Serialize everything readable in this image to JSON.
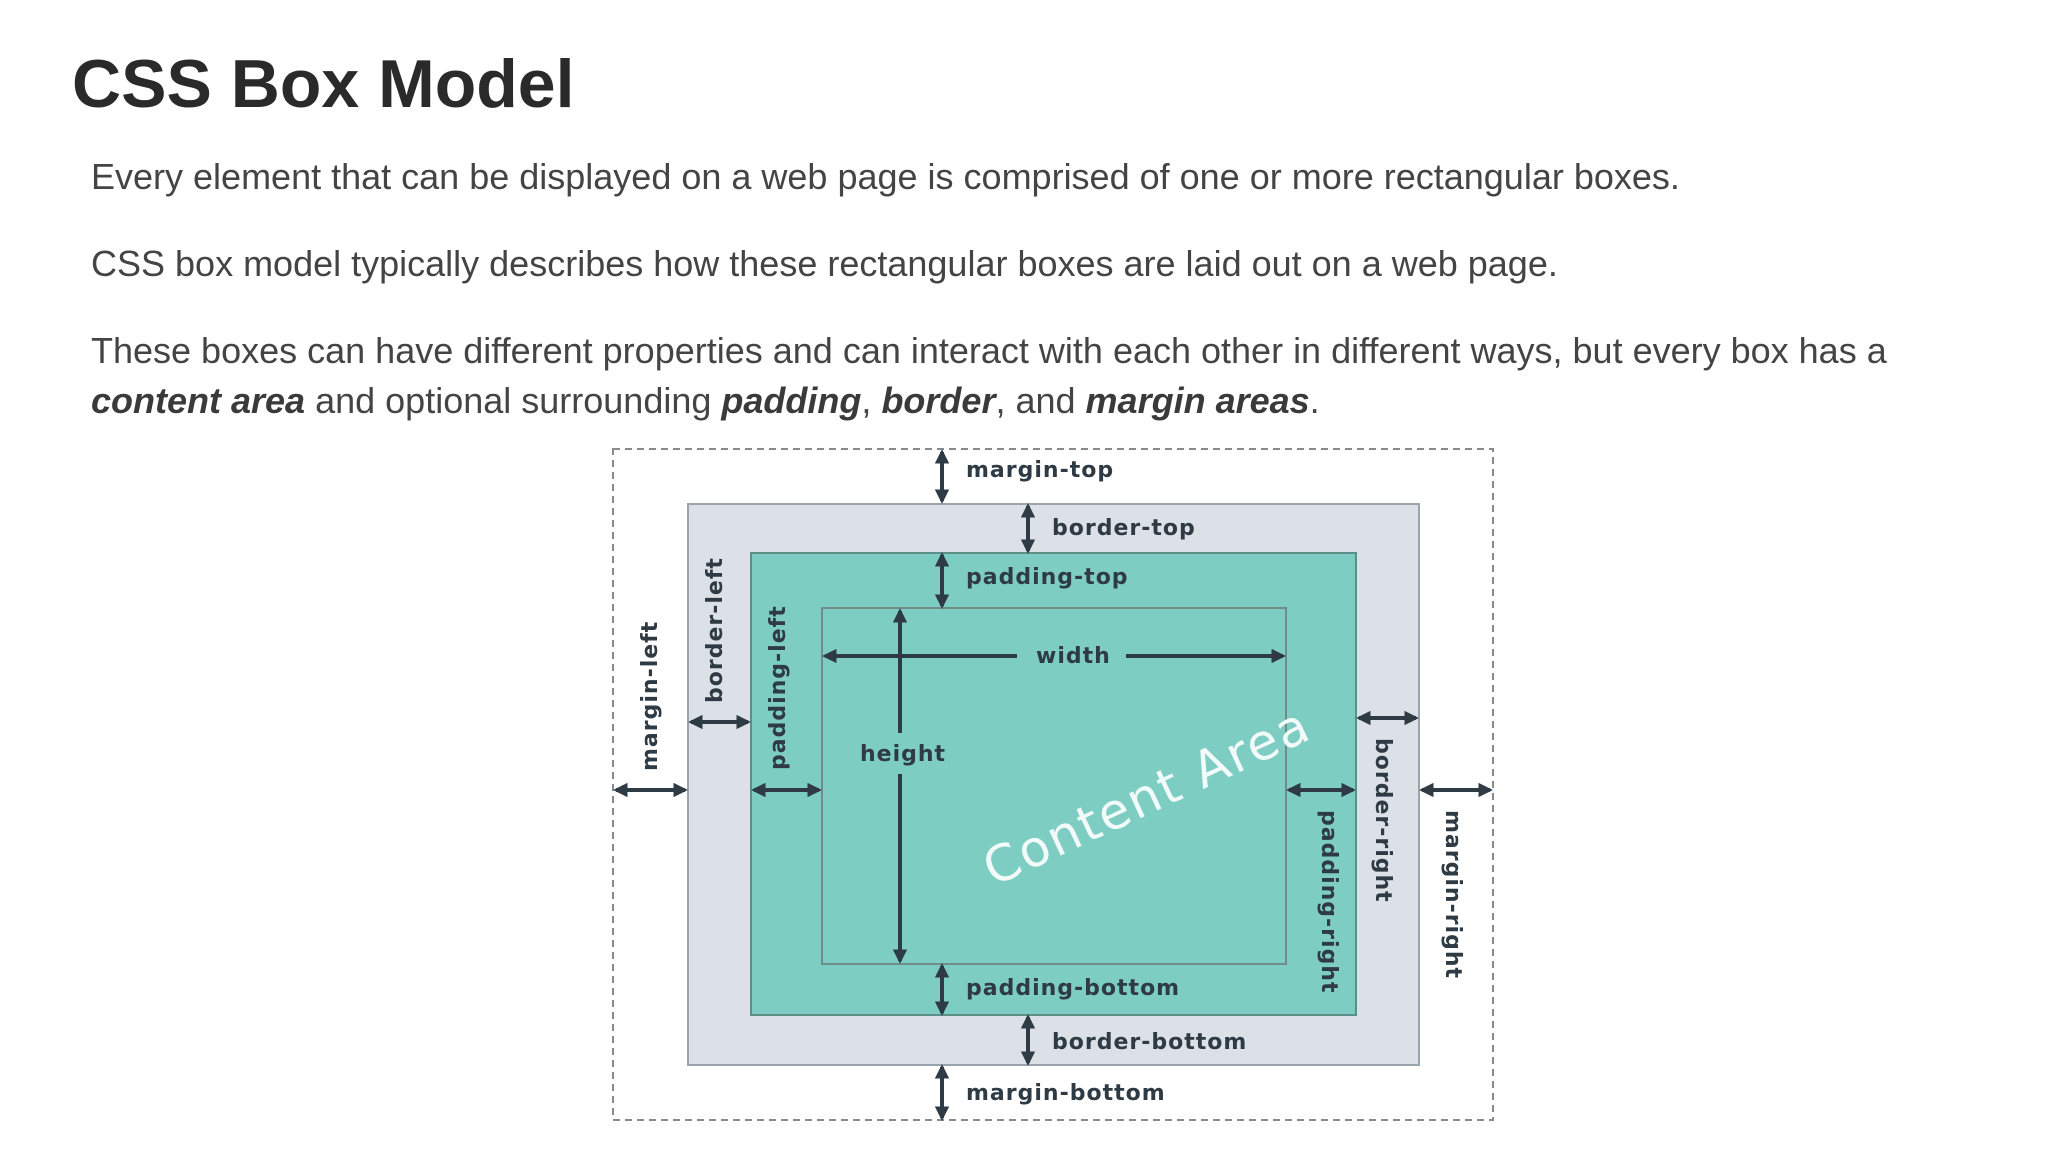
{
  "title": "CSS Box Model",
  "paragraphs": {
    "p1": "Every element that can be displayed on a web page is comprised of one or more rectangular boxes.",
    "p2": "CSS box model typically describes how these rectangular boxes are laid out on a web page.",
    "p3": {
      "lead": "These boxes can have different properties and can interact with each other in different ways, but every box has a",
      "term_content": "content area",
      "mid1": "and optional surrounding",
      "term_padding": "padding",
      "comma1": ",",
      "term_border": "border",
      "mid2": ", and",
      "term_margin": "margin areas",
      "end": "."
    }
  },
  "diagram": {
    "labels": {
      "margin_top": "margin-top",
      "border_top": "border-top",
      "padding_top": "padding-top",
      "width": "width",
      "height": "height",
      "content_area": "Content Area",
      "margin_left": "margin-left",
      "border_left": "border-left",
      "padding_left": "padding-left",
      "padding_right": "padding-right",
      "border_right": "border-right",
      "margin_right": "margin-right",
      "padding_bottom": "padding-bottom",
      "border_bottom": "border-bottom",
      "margin_bottom": "margin-bottom"
    },
    "colors": {
      "margin_outline": "#8a8a8a",
      "border_fill": "#dbe1e6",
      "border_stroke": "#9aa4ac",
      "padding_fill": "#7ecdc3",
      "padding_stroke": "#5e8e88",
      "content_fill": "#7ecdc3",
      "content_stroke": "#6e8c88",
      "arrow": "#2f3b44"
    }
  }
}
